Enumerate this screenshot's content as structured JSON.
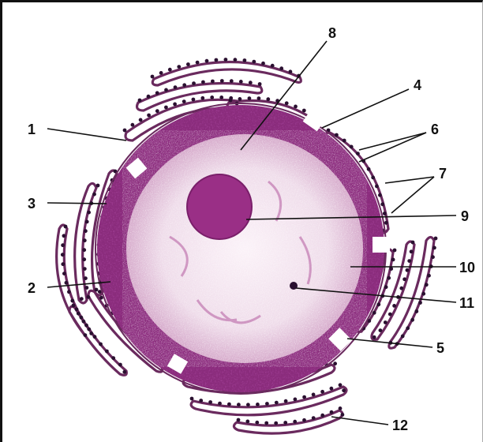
{
  "figure": {
    "labels": [
      {
        "id": "1",
        "text": "1"
      },
      {
        "id": "2",
        "text": "2"
      },
      {
        "id": "3",
        "text": "3"
      },
      {
        "id": "4",
        "text": "4"
      },
      {
        "id": "5",
        "text": "5"
      },
      {
        "id": "6",
        "text": "6"
      },
      {
        "id": "7",
        "text": "7"
      },
      {
        "id": "8",
        "text": "8"
      },
      {
        "id": "9",
        "text": "9"
      },
      {
        "id": "10",
        "text": "10"
      },
      {
        "id": "11",
        "text": "11"
      },
      {
        "id": "12",
        "text": "12"
      }
    ]
  },
  "colors": {
    "heterochromatin": "#8a2c7c",
    "nucleoplasm": "#f4e6f0",
    "nucleolus": "#9a2f86",
    "membrane": "#6a2a5e",
    "ribosome": "#2a1030",
    "line": "#111111"
  }
}
